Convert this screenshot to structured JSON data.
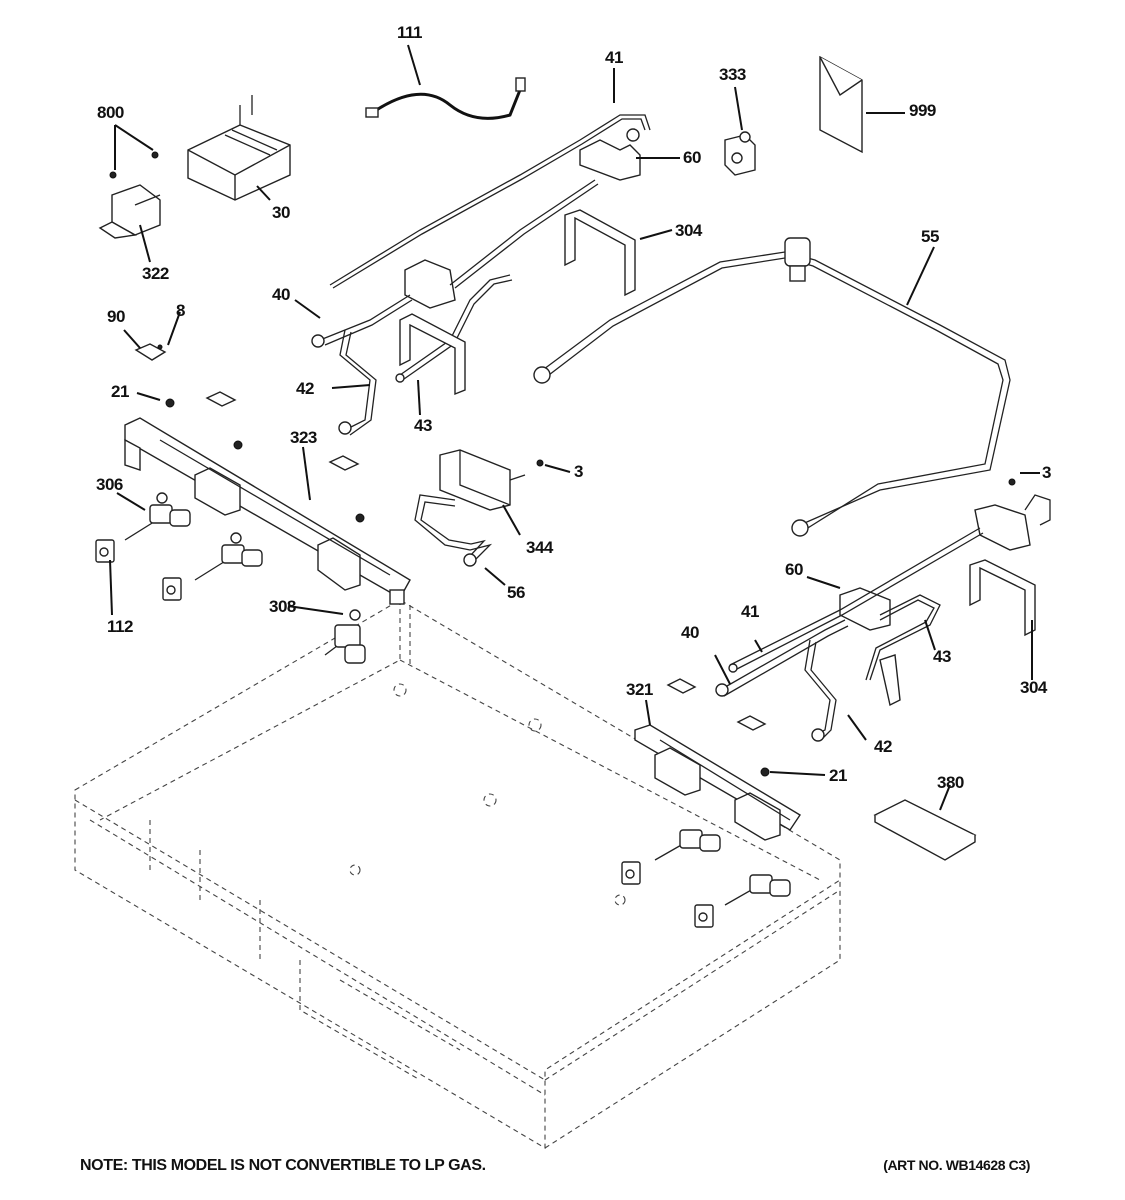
{
  "diagram": {
    "title": "Gas Valves & Manifold Assembly (exploded parts view)",
    "labels": {
      "p111": "111",
      "p41a": "41",
      "p333": "333",
      "p999": "999",
      "p800": "800",
      "p30": "30",
      "p60a": "60",
      "p322": "322",
      "p304a": "304",
      "p55": "55",
      "p40a": "40",
      "p90": "90",
      "p8": "8",
      "p42a": "42",
      "p43a": "43",
      "p21a": "21",
      "p323": "323",
      "p3a": "3",
      "p306": "306",
      "p344": "344",
      "p3b": "3",
      "p112": "112",
      "p56": "56",
      "p308": "308",
      "p60b": "60",
      "p41b": "41",
      "p40b": "40",
      "p43b": "43",
      "p304b": "304",
      "p321": "321",
      "p42b": "42",
      "p21b": "21",
      "p380": "380"
    }
  },
  "footer": {
    "note": "NOTE: THIS MODEL IS NOT CONVERTIBLE TO LP GAS.",
    "art_no": "(ART NO. WB14628 C3)"
  }
}
